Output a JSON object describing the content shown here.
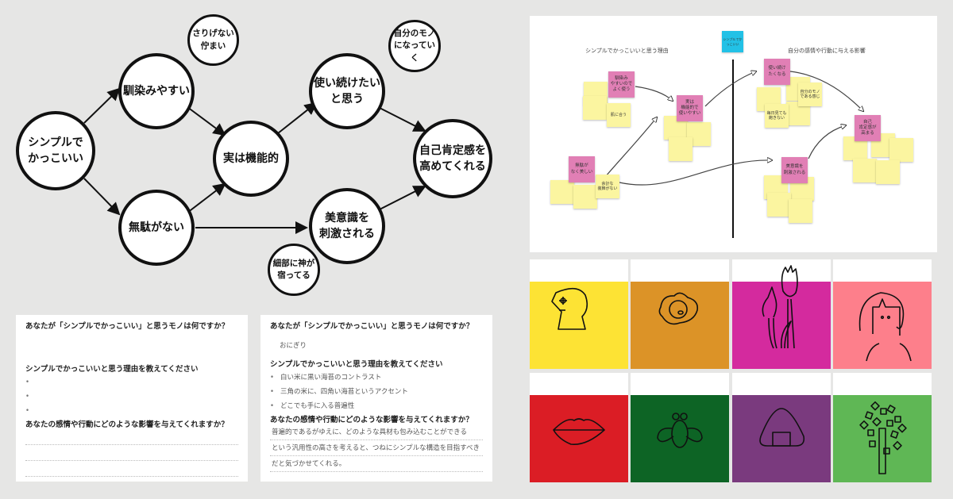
{
  "diagram": {
    "nodes": {
      "simple": "シンプルで\nかっこいい",
      "familiar": "馴染みやすい",
      "no_waste": "無駄がない",
      "subtle": "さりげない\n佇まい",
      "functional": "実は機能的",
      "keep_using": "使い続けたい\nと思う",
      "own": "自分のモノ\nになっていく",
      "aesthetic": "美意識を\n刺激される",
      "details": "細部に神が\n宿ってる",
      "esteem": "自己肯定感を\n高めてくれる"
    }
  },
  "form_blank": {
    "q1": "あなたが「シンプルでかっこいい」と思うモノは何ですか？",
    "q2": "シンプルでかっこいいと思う理由を教えてください",
    "q3": "あなたの感情や行動にどのような影響を与えてくれますか？"
  },
  "form_filled": {
    "q1": "あなたが「シンプルでかっこいい」と思うモノは何ですか？",
    "a1": "おにぎり",
    "q2": "シンプルでかっこいいと思う理由を教えてください",
    "reasons": [
      "白い米に黒い海苔のコントラスト",
      "三角の米に、四角い海苔というアクセント",
      "どこでも手に入る普遍性"
    ],
    "q3": "あなたの感情や行動にどのような影響を与えてくれますか？",
    "a3": [
      "普遍的であるがゆえに、どのような具材も包み込むことができる",
      "という汎用性の高さを考えると、つねにシンプルな構造を目指すべき",
      "だと気づかせてくれる。"
    ]
  },
  "board": {
    "left_heading": "シンプルでかっこいいと思う理由",
    "right_heading": "自分の感情や行動に与える影響",
    "center_note": "シンプルでかっこいい",
    "notes": {
      "familiar": "馴染み\nやすいので\nよく使う",
      "functional": "実は\n機能的で\n使いやすい",
      "beautiful": "無駄が\nなく美しい",
      "keep": "使い続け\nたくなる",
      "esteem": "自己\n肯定感が\n高まる",
      "aesthetic": "美意識を\n刺激される",
      "skin": "肌に合う",
      "no_deco": "余計な\n装飾がない",
      "mine": "自分のモノ\nである感じ",
      "daily": "毎日見ても\n飽きない"
    }
  },
  "tiles": [
    {
      "icon": "head-icon",
      "color": "#fde334"
    },
    {
      "icon": "fried-egg-icon",
      "color": "#dc9327"
    },
    {
      "icon": "tulip-icon",
      "color": "#d42a9e"
    },
    {
      "icon": "woman-face-icon",
      "color": "#fd7f8b"
    },
    {
      "icon": "lips-icon",
      "color": "#db1d25"
    },
    {
      "icon": "bee-icon",
      "color": "#0d6425"
    },
    {
      "icon": "onigiri-icon",
      "color": "#7a3a7e"
    },
    {
      "icon": "tree-icon",
      "color": "#5fb755"
    }
  ]
}
